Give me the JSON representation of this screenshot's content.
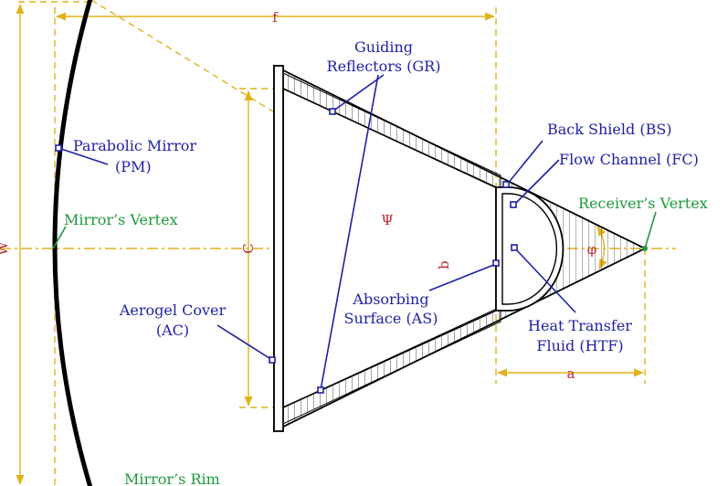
{
  "components": {
    "guiding_reflectors": [
      "Guiding",
      "Reflectors (GR)"
    ],
    "back_shield": "Back Shield (BS)",
    "flow_channel": "Flow Channel (FC)",
    "receivers_vertex": "Receiver’s Vertex",
    "parabolic_mirror": [
      "Parabolic Mirror",
      "(PM)"
    ],
    "mirrors_vertex": "Mirror’s Vertex",
    "aerogel_cover": [
      "Aerogel Cover",
      "(AC)"
    ],
    "absorbing_surface": [
      "Absorbing",
      "Surface (AS)"
    ],
    "heat_transfer_fluid": [
      "Heat Transfer",
      "Fluid (HTF)"
    ],
    "mirrors_rim": "Mirror’s Rim"
  },
  "dimensions": {
    "f": "f",
    "W": "W",
    "C": "C",
    "b": "b",
    "a": "a",
    "psi": "Ψ",
    "phi": "φ"
  },
  "colors": {
    "label_blue": "#1f1fa8",
    "label_green": "#1e9a3c",
    "dimension_red": "#c0282d",
    "dimension_lines": "#e3b21a",
    "outline": "#000000"
  }
}
